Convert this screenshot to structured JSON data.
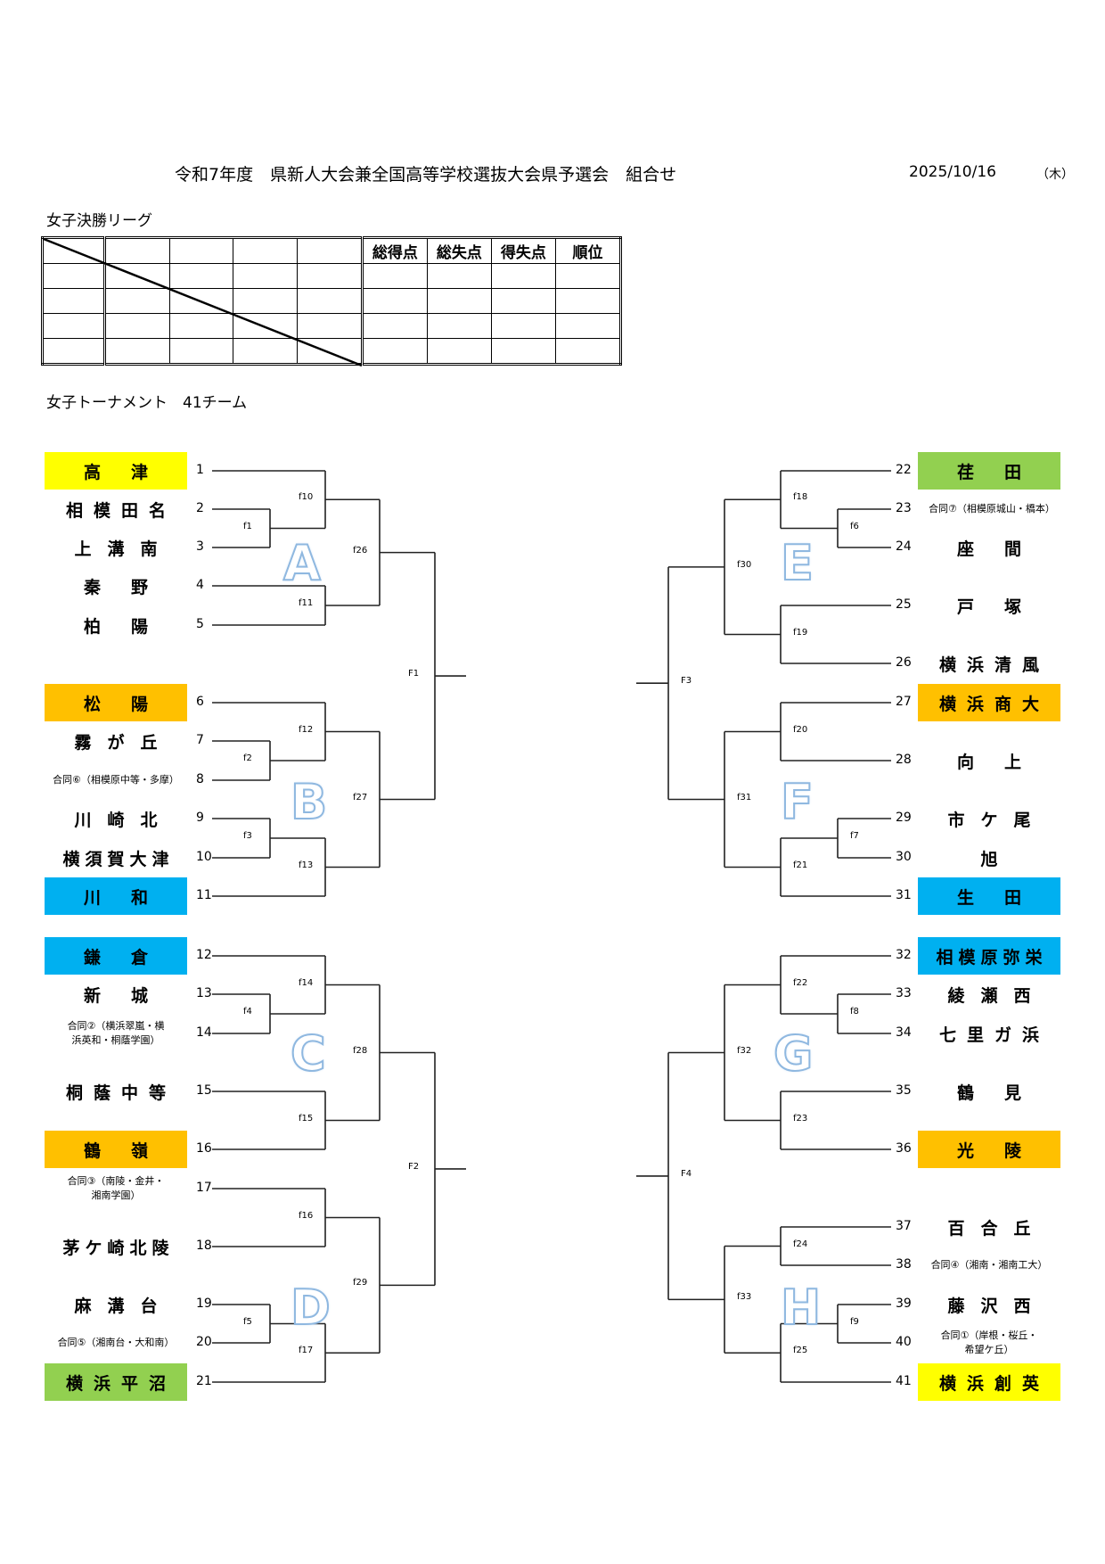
{
  "header": {
    "title": "令和7年度　県新人大会兼全国高等学校選抜大会県予選会　組合せ",
    "date": "2025/10/16",
    "weekday": "（木）"
  },
  "league": {
    "title": "女子決勝リーグ",
    "columns": [
      "",
      "",
      "",
      "",
      "",
      "総得点",
      "総失点",
      "得失点",
      "順位"
    ],
    "rows": 5
  },
  "tournament": {
    "title": "女子トーナメント　41チーム",
    "colors": {
      "yellow": "#FFFF00",
      "orange": "#FFC000",
      "blue": "#00B0F0",
      "green": "#92D050"
    },
    "left_teams": [
      {
        "no": "1",
        "name": "高　津",
        "style": "big",
        "color": "yellow"
      },
      {
        "no": "2",
        "name": "相模田名",
        "style": "big",
        "color": ""
      },
      {
        "no": "3",
        "name": "上溝南",
        "style": "big",
        "color": ""
      },
      {
        "no": "4",
        "name": "秦　野",
        "style": "big",
        "color": ""
      },
      {
        "no": "5",
        "name": "柏　陽",
        "style": "big",
        "color": ""
      },
      {
        "no": "6",
        "name": "松　陽",
        "style": "big",
        "color": "orange"
      },
      {
        "no": "7",
        "name": "霧が丘",
        "style": "big",
        "color": ""
      },
      {
        "no": "8",
        "name": "合同⑥（相模原中等・多摩）",
        "style": "small",
        "color": ""
      },
      {
        "no": "9",
        "name": "川崎北",
        "style": "big",
        "color": ""
      },
      {
        "no": "10",
        "name": "横須賀大津",
        "style": "big",
        "color": ""
      },
      {
        "no": "11",
        "name": "川　和",
        "style": "big",
        "color": "blue"
      },
      {
        "no": "12",
        "name": "鎌　倉",
        "style": "big",
        "color": "blue"
      },
      {
        "no": "13",
        "name": "新　城",
        "style": "big",
        "color": ""
      },
      {
        "no": "14",
        "name": "合同②（横浜翠嵐・横\n浜英和・桐蔭学園）",
        "style": "small",
        "color": ""
      },
      {
        "no": "15",
        "name": "桐蔭中等",
        "style": "big",
        "color": ""
      },
      {
        "no": "16",
        "name": "鶴　嶺",
        "style": "big",
        "color": "orange"
      },
      {
        "no": "17",
        "name": "合同③（南陵・金井・\n湘南学園）",
        "style": "small",
        "color": ""
      },
      {
        "no": "18",
        "name": "茅ケ崎北陵",
        "style": "big",
        "color": ""
      },
      {
        "no": "19",
        "name": "麻溝台",
        "style": "big",
        "color": ""
      },
      {
        "no": "20",
        "name": "合同⑤（湘南台・大和南）",
        "style": "small",
        "color": ""
      },
      {
        "no": "21",
        "name": "横浜平沼",
        "style": "big",
        "color": "green"
      }
    ],
    "right_teams": [
      {
        "no": "22",
        "name": "荏　田",
        "style": "big",
        "color": "green"
      },
      {
        "no": "23",
        "name": "合同⑦（相模原城山・橋本）",
        "style": "small",
        "color": ""
      },
      {
        "no": "24",
        "name": "座　間",
        "style": "big",
        "color": ""
      },
      {
        "no": "25",
        "name": "戸　塚",
        "style": "big",
        "color": ""
      },
      {
        "no": "26",
        "name": "横浜清風",
        "style": "big",
        "color": ""
      },
      {
        "no": "27",
        "name": "横浜商大",
        "style": "big",
        "color": "orange"
      },
      {
        "no": "28",
        "name": "向　上",
        "style": "big",
        "color": ""
      },
      {
        "no": "29",
        "name": "市ケ尾",
        "style": "big",
        "color": ""
      },
      {
        "no": "30",
        "name": "旭",
        "style": "big",
        "color": ""
      },
      {
        "no": "31",
        "name": "生　田",
        "style": "big",
        "color": "blue"
      },
      {
        "no": "32",
        "name": "相模原弥栄",
        "style": "big",
        "color": "blue"
      },
      {
        "no": "33",
        "name": "綾瀬西",
        "style": "big",
        "color": ""
      },
      {
        "no": "34",
        "name": "七里ガ浜",
        "style": "big",
        "color": ""
      },
      {
        "no": "35",
        "name": "鶴　見",
        "style": "big",
        "color": ""
      },
      {
        "no": "36",
        "name": "光　陵",
        "style": "big",
        "color": "orange"
      },
      {
        "no": "37",
        "name": "百合丘",
        "style": "big",
        "color": ""
      },
      {
        "no": "38",
        "name": "合同④（湘南・湘南工大）",
        "style": "small",
        "color": ""
      },
      {
        "no": "39",
        "name": "藤沢西",
        "style": "big",
        "color": ""
      },
      {
        "no": "40",
        "name": "合同①（岸根・桜丘・\n希望ケ丘）",
        "style": "small",
        "color": ""
      },
      {
        "no": "41",
        "name": "横浜創英",
        "style": "big",
        "color": "yellow"
      }
    ],
    "blocks": [
      "A",
      "B",
      "C",
      "D",
      "E",
      "F",
      "G",
      "H"
    ],
    "matches": {
      "f1": "f1",
      "f2": "f2",
      "f3": "f3",
      "f4": "f4",
      "f5": "f5",
      "f6": "f6",
      "f7": "f7",
      "f8": "f8",
      "f9": "f9",
      "f10": "f10",
      "f11": "f11",
      "f12": "f12",
      "f13": "f13",
      "f14": "f14",
      "f15": "f15",
      "f16": "f16",
      "f17": "f17",
      "f18": "f18",
      "f19": "f19",
      "f20": "f20",
      "f21": "f21",
      "f22": "f22",
      "f23": "f23",
      "f24": "f24",
      "f25": "f25",
      "f26": "f26",
      "f27": "f27",
      "f28": "f28",
      "f29": "f29",
      "f30": "f30",
      "f31": "f31",
      "f32": "f32",
      "f33": "f33",
      "F1": "F1",
      "F2": "F2",
      "F3": "F3",
      "F4": "F4"
    }
  }
}
